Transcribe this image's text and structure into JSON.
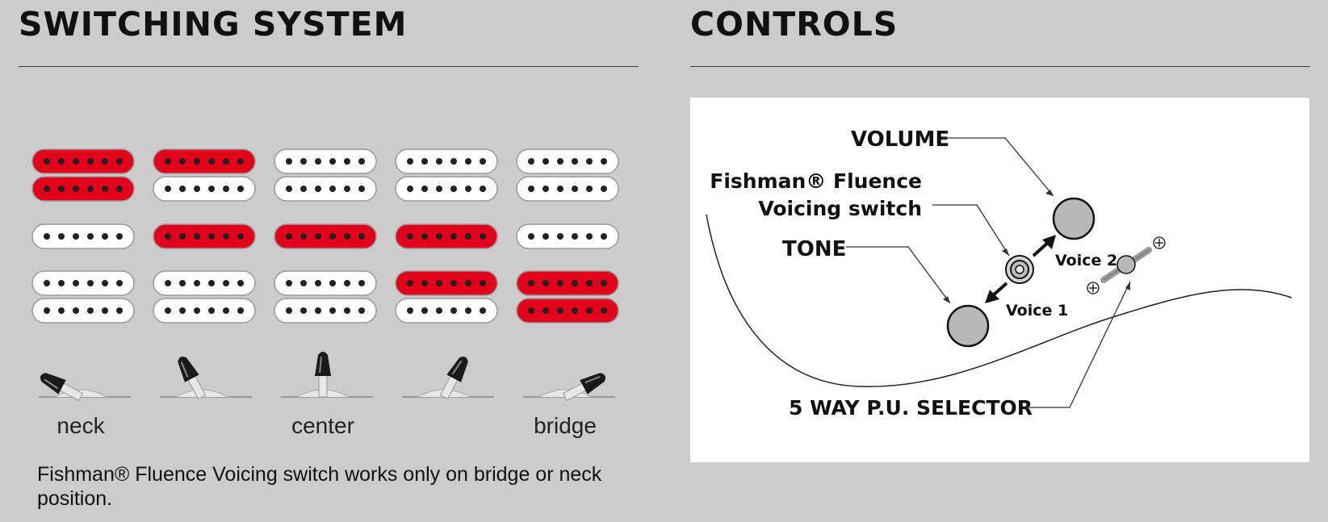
{
  "left": {
    "title": "SWITCHING SYSTEM",
    "positions": [
      {
        "label": "neck",
        "neck_humbucker": "both",
        "middle_single": "off",
        "bridge_humbucker": "none"
      },
      {
        "label": "",
        "neck_humbucker": "top",
        "middle_single": "on",
        "bridge_humbucker": "none"
      },
      {
        "label": "center",
        "neck_humbucker": "none",
        "middle_single": "on",
        "bridge_humbucker": "none"
      },
      {
        "label": "",
        "neck_humbucker": "none",
        "middle_single": "on",
        "bridge_humbucker": "top"
      },
      {
        "label": "bridge",
        "neck_humbucker": "none",
        "middle_single": "off",
        "bridge_humbucker": "both"
      }
    ],
    "footnote": "Fishman® Fluence Voicing switch works only on bridge or neck position."
  },
  "right": {
    "title": "CONTROLS",
    "labels": {
      "volume": "VOLUME",
      "voicing_line1": "Fishman® Fluence",
      "voicing_line2": "Voicing switch",
      "tone": "TONE",
      "voice2": "Voice 2",
      "voice1": "Voice 1",
      "selector": "5 WAY P.U. SELECTOR"
    }
  },
  "colors": {
    "active": "#e3001b",
    "inactive": "#ffffff",
    "background": "#cccccc"
  }
}
